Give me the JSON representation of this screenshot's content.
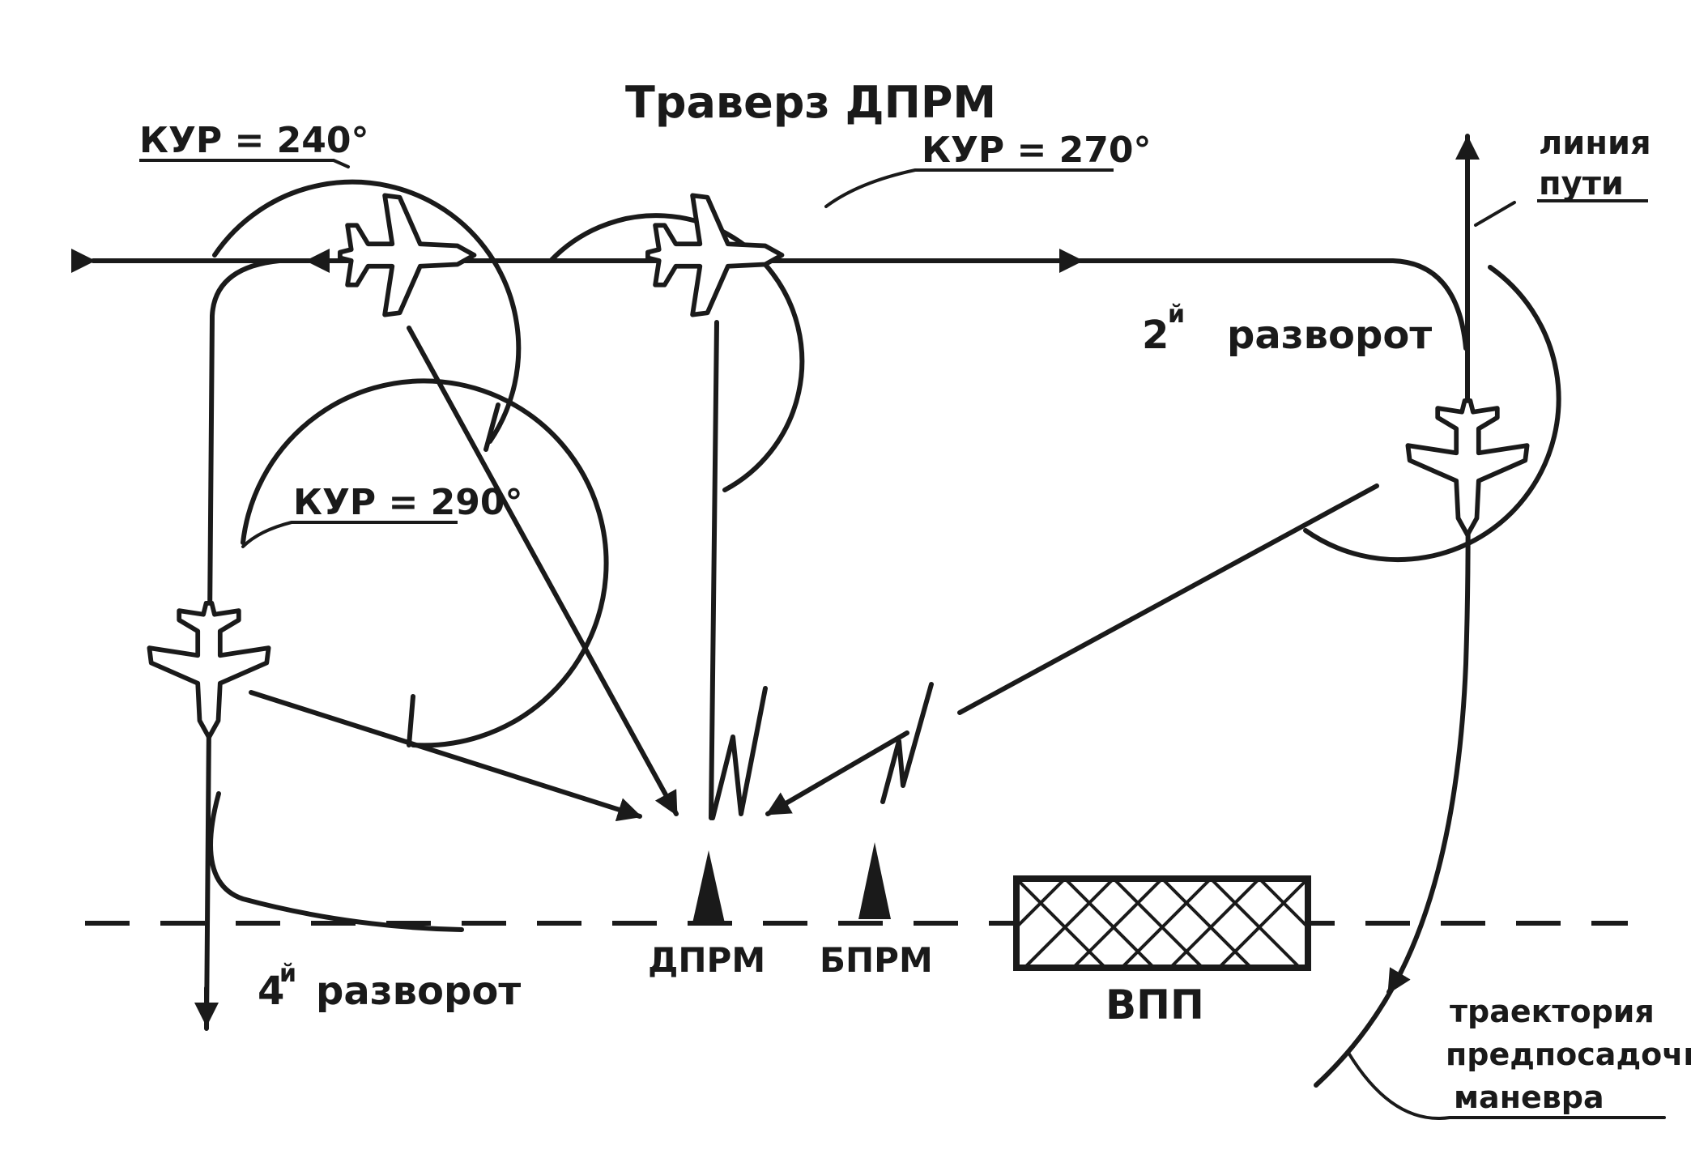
{
  "labels": {
    "traverse": "Траверз ДПРМ",
    "kur_240": "КУР = 240°",
    "kur_270": "КУР = 270°",
    "kur_290": "КУР = 290°",
    "line_path_1": "линия",
    "line_path_2": "пути",
    "turn2_num": "2",
    "turn2_sup": "й",
    "turn2_word": "разворот",
    "turn4_num": "4",
    "turn4_sup": "й",
    "turn4_word": "разворот",
    "dprm": "ДПРМ",
    "bprm": "БПРМ",
    "vpp": "ВПП",
    "traj_1": "траектория",
    "traj_2": "предпосадочного",
    "traj_3": "маневра"
  }
}
